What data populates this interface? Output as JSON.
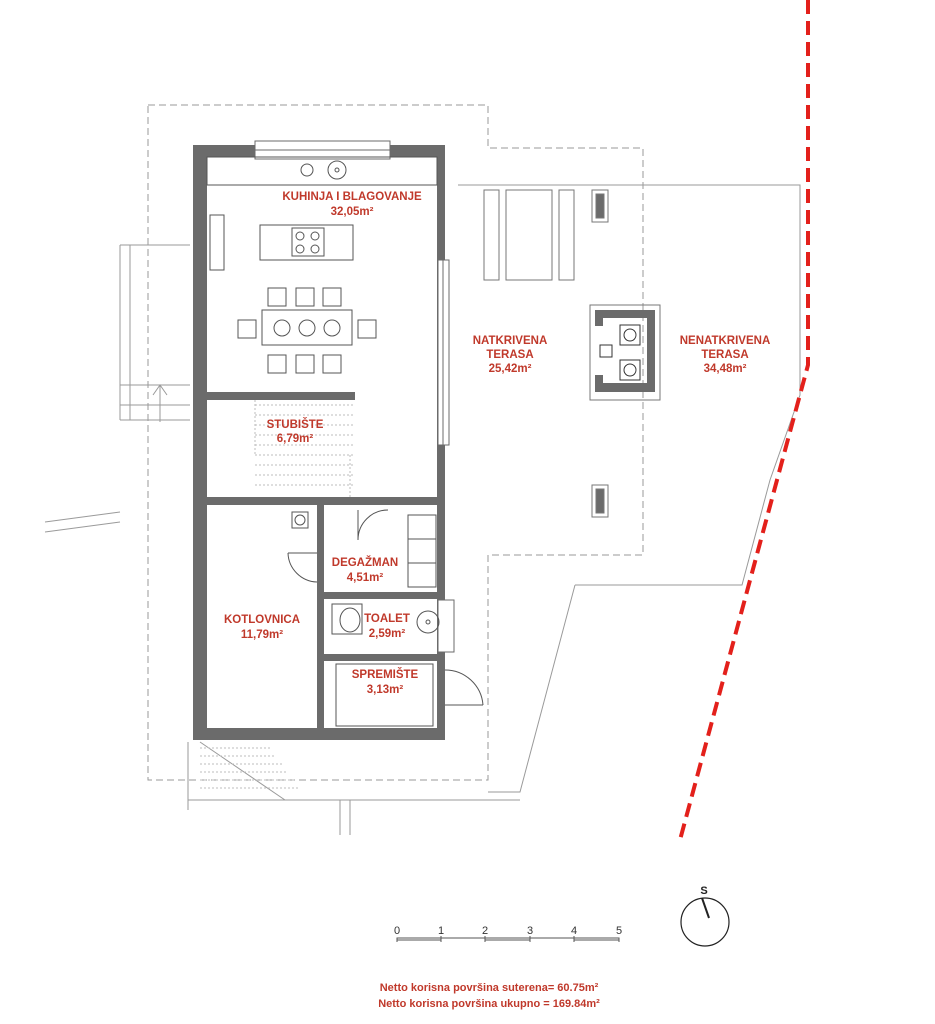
{
  "rooms": {
    "kuhinja": {
      "name": "KUHINJA I BLAGOVANJE",
      "area": "32,05m²"
    },
    "natkrivena": {
      "name_line1": "NATKRIVENA",
      "name_line2": "TERASA",
      "area": "25,42m²"
    },
    "nenatkrivena": {
      "name_line1": "NENATKRIVENA",
      "name_line2": "TERASA",
      "area": "34,48m²"
    },
    "stubiste": {
      "name": "STUBIŠTE",
      "area": "6,79m²"
    },
    "degazman": {
      "name": "DEGAŽMAN",
      "area": "4,51m²"
    },
    "kotlovnica": {
      "name": "KOTLOVNICA",
      "area": "11,79m²"
    },
    "toalet": {
      "name": "TOALET",
      "area": "2,59m²"
    },
    "spremiste": {
      "name": "SPREMIŠTE",
      "area": "3,13m²"
    }
  },
  "scale_bar": {
    "ticks": [
      "0",
      "1",
      "2",
      "3",
      "4",
      "5"
    ]
  },
  "north_arrow": {
    "label": "S"
  },
  "footer": {
    "line1": "Netto korisna površina suterena= 60.75m²",
    "line2": "Netto korisna površina ukupno = 169.84m²"
  },
  "colors": {
    "label_red": "#c0392b",
    "wall_fill": "#6b6b6b",
    "property_line": "#e3201b"
  }
}
